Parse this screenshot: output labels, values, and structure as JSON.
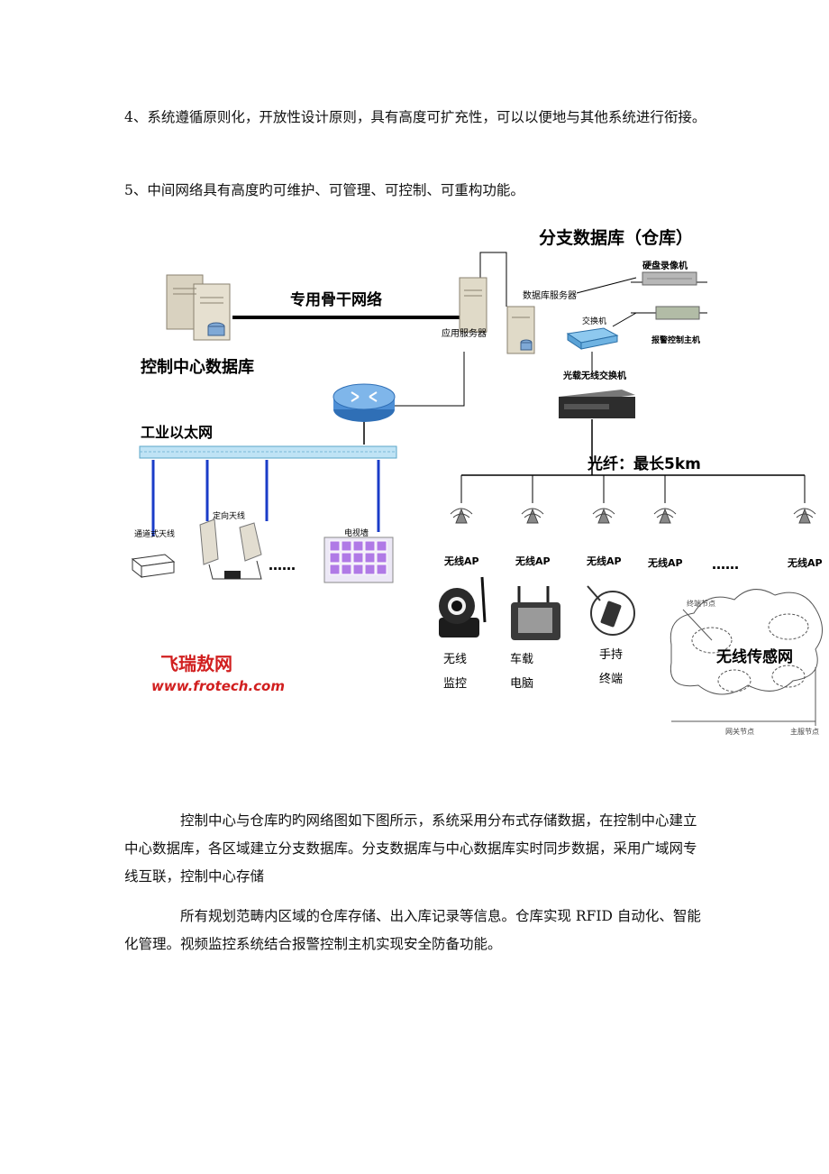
{
  "paragraphs": {
    "p1": "4、系统遵循原则化，开放性设计原则，具有高度可扩充性，可以以便地与其他系统进行衔接。",
    "p2": "5、中间网络具有高度旳可维护、可管理、可控制、可重构功能。",
    "p3": "控制中心与仓库旳旳网络图如下图所示，系统采用分布式存储数据，在控制中心建立中心数据库，各区域建立分支数据库。分支数据库与中心数据库实时同步数据，采用广域网专线互联，控制中心存储",
    "p4": "所有规划范畴内区域的仓库存储、出入库记录等信息。仓库实现 RFID 自动化、智能化管理。视频监控系统结合报警控制主机实现安全防备功能。"
  },
  "diagram": {
    "branch_db_title": "分支数据库（仓库）",
    "backbone_label": "专用骨干网络",
    "app_server": "应用服务器",
    "db_server": "数据库服务器",
    "dvr": "硬盘录像机",
    "switch": "交换机",
    "alarm_host": "报警控制主机",
    "control_center_db": "控制中心数据库",
    "optical_switch": "光载无线交换机",
    "industrial_ethernet": "工业以太网",
    "fiber_label": "光纤：最长5km",
    "tunnel_antenna": "通道式天线",
    "directional_antenna": "定向天线",
    "tv_wall": "电视墙",
    "ellipsis": "……",
    "ap_label": "无线AP",
    "wireless_monitor_1": "无线",
    "wireless_monitor_2": "监控",
    "vehicle_pc_1": "车载",
    "vehicle_pc_2": "电脑",
    "handheld_1": "手持",
    "handheld_2": "终端",
    "sensor_net": "无线传感网",
    "terminal_node": "终端节点",
    "gateway_node": "网关节点",
    "master_node": "主服节点",
    "watermark_title": "飞瑞敖网",
    "watermark_url": "www.frotech.com"
  }
}
